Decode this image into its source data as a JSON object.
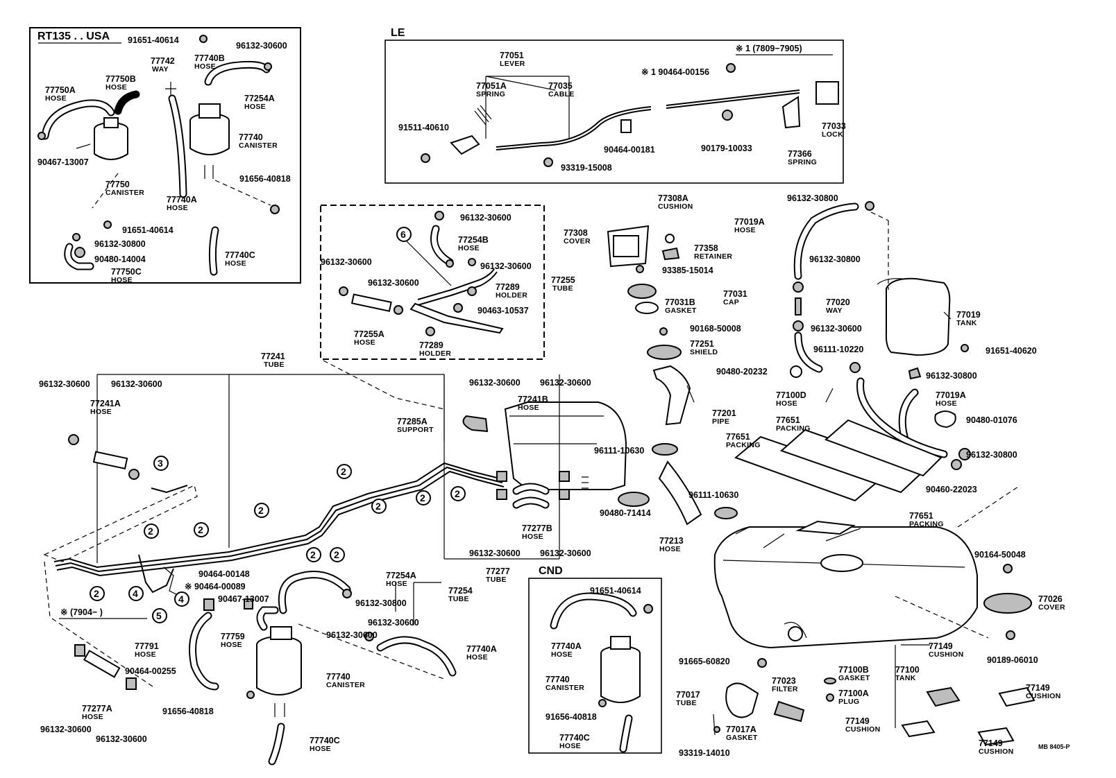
{
  "sections": {
    "usa": "RT135 . . USA",
    "le": "LE",
    "le_note": "※ 1 (7809−7905)",
    "cnd": "CND",
    "note_7904": "※ (7904−        )",
    "code": "MB  8405-P"
  },
  "labels": [
    {
      "id": "l1",
      "n": "91651-40614"
    },
    {
      "id": "l2",
      "n": "96132-30600"
    },
    {
      "id": "l3",
      "n": "77742",
      "d": "WAY"
    },
    {
      "id": "l4",
      "n": "77740B",
      "d": "HOSE"
    },
    {
      "id": "l5",
      "n": "77750B",
      "d": "HOSE"
    },
    {
      "id": "l6",
      "n": "77750A",
      "d": "HOSE"
    },
    {
      "id": "l7",
      "n": "77254A",
      "d": "HOSE"
    },
    {
      "id": "l8",
      "n": "77740",
      "d": "CANISTER"
    },
    {
      "id": "l9",
      "n": "90467-13007"
    },
    {
      "id": "l10",
      "n": "77750",
      "d": "CANISTER"
    },
    {
      "id": "l11",
      "n": "91656-40818"
    },
    {
      "id": "l12",
      "n": "77740A",
      "d": "HOSE"
    },
    {
      "id": "l13",
      "n": "91651-40614"
    },
    {
      "id": "l14",
      "n": "96132-30800"
    },
    {
      "id": "l15",
      "n": "90480-14004"
    },
    {
      "id": "l16",
      "n": "77750C",
      "d": "HOSE"
    },
    {
      "id": "l17",
      "n": "77740C",
      "d": "HOSE"
    },
    {
      "id": "l18",
      "n": "77051",
      "d": "LEVER"
    },
    {
      "id": "l19",
      "n": "77051A",
      "d": "SPRING"
    },
    {
      "id": "l20",
      "n": "77035",
      "d": "CABLE"
    },
    {
      "id": "l21",
      "n": "※ 1  90464-00156"
    },
    {
      "id": "l22",
      "n": "91511-40610"
    },
    {
      "id": "l23",
      "n": "77033",
      "d": "LOCK"
    },
    {
      "id": "l24",
      "n": "90464-00181"
    },
    {
      "id": "l25",
      "n": "90179-10033"
    },
    {
      "id": "l26",
      "n": "77366",
      "d": "SPRING"
    },
    {
      "id": "l27",
      "n": "93319-15008"
    },
    {
      "id": "l28",
      "n": "96132-30600"
    },
    {
      "id": "l29",
      "n": "77254B",
      "d": "HOSE"
    },
    {
      "id": "l30",
      "n": "96132-30600"
    },
    {
      "id": "l31",
      "n": "96132-30600"
    },
    {
      "id": "l32",
      "n": "96132-30600"
    },
    {
      "id": "l33",
      "n": "77289",
      "d": "HOLDER"
    },
    {
      "id": "l34",
      "n": "77255",
      "d": "TUBE"
    },
    {
      "id": "l35",
      "n": "90463-10537"
    },
    {
      "id": "l36",
      "n": "77255A",
      "d": "HOSE"
    },
    {
      "id": "l37",
      "n": "77289",
      "d": "HOLDER"
    },
    {
      "id": "l38",
      "n": "77308A",
      "d": "CUSHION"
    },
    {
      "id": "l39",
      "n": "77308",
      "d": "COVER"
    },
    {
      "id": "l40",
      "n": "77358",
      "d": "RETAINER"
    },
    {
      "id": "l41",
      "n": "93385-15014"
    },
    {
      "id": "l42",
      "n": "77031",
      "d": "CAP"
    },
    {
      "id": "l43",
      "n": "77031B",
      "d": "GASKET"
    },
    {
      "id": "l44",
      "n": "90168-50008"
    },
    {
      "id": "l45",
      "n": "77251",
      "d": "SHIELD"
    },
    {
      "id": "l46",
      "n": "90480-20232"
    },
    {
      "id": "l47",
      "n": "77201",
      "d": "PIPE"
    },
    {
      "id": "l48",
      "n": "96111-10630"
    },
    {
      "id": "l49",
      "n": "96111-10630"
    },
    {
      "id": "l50",
      "n": "77213",
      "d": "HOSE"
    },
    {
      "id": "l51",
      "n": "90480-71414"
    },
    {
      "id": "l52",
      "n": "96132-30800"
    },
    {
      "id": "l53",
      "n": "77019A",
      "d": "HOSE"
    },
    {
      "id": "l54",
      "n": "96132-30800"
    },
    {
      "id": "l55",
      "n": "77020",
      "d": "WAY"
    },
    {
      "id": "l56",
      "n": "96132-30600"
    },
    {
      "id": "l57",
      "n": "77019",
      "d": "TANK"
    },
    {
      "id": "l58",
      "n": "91651-40620"
    },
    {
      "id": "l59",
      "n": "96111-10220"
    },
    {
      "id": "l60",
      "n": "96132-30800"
    },
    {
      "id": "l61",
      "n": "77100D",
      "d": "HOSE"
    },
    {
      "id": "l62",
      "n": "77019A",
      "d": "HOSE"
    },
    {
      "id": "l63",
      "n": "77651",
      "d": "PACKING"
    },
    {
      "id": "l64",
      "n": "90480-01076"
    },
    {
      "id": "l65",
      "n": "77651",
      "d": "PACKING"
    },
    {
      "id": "l66",
      "n": "96132-30800"
    },
    {
      "id": "l67",
      "n": "90460-22023"
    },
    {
      "id": "l68",
      "n": "77651",
      "d": "PACKING"
    },
    {
      "id": "l69",
      "n": "90164-50048"
    },
    {
      "id": "l70",
      "n": "77026",
      "d": "COVER"
    },
    {
      "id": "l71",
      "n": "90189-06010"
    },
    {
      "id": "l72",
      "n": "77149",
      "d": "CUSHION"
    },
    {
      "id": "l73",
      "n": "77100B",
      "d": "GASKET"
    },
    {
      "id": "l74",
      "n": "77100",
      "d": "TANK"
    },
    {
      "id": "l75",
      "n": "77149",
      "d": "CUSHION"
    },
    {
      "id": "l76",
      "n": "77100A",
      "d": "PLUG"
    },
    {
      "id": "l77",
      "n": "77149",
      "d": "CUSHION"
    },
    {
      "id": "l78",
      "n": "77149",
      "d": "CUSHION"
    },
    {
      "id": "l79",
      "n": "91665-60820"
    },
    {
      "id": "l80",
      "n": "77023",
      "d": "FILTER"
    },
    {
      "id": "l81",
      "n": "77017",
      "d": "TUBE"
    },
    {
      "id": "l82",
      "n": "77017A",
      "d": "GASKET"
    },
    {
      "id": "l83",
      "n": "93319-14010"
    },
    {
      "id": "l84",
      "n": "77241",
      "d": "TUBE"
    },
    {
      "id": "l85",
      "n": "96132-30600"
    },
    {
      "id": "l86",
      "n": "96132-30600"
    },
    {
      "id": "l87",
      "n": "77241A",
      "d": "HOSE"
    },
    {
      "id": "l88",
      "n": "77285A",
      "d": "SUPPORT"
    },
    {
      "id": "l89",
      "n": "96132-30600"
    },
    {
      "id": "l90",
      "n": "96132-30600"
    },
    {
      "id": "l91",
      "n": "77241B",
      "d": "HOSE"
    },
    {
      "id": "l92",
      "n": "77277B",
      "d": "HOSE"
    },
    {
      "id": "l93",
      "n": "96132-30600"
    },
    {
      "id": "l94",
      "n": "96132-30600"
    },
    {
      "id": "l95",
      "n": "77277",
      "d": "TUBE"
    },
    {
      "id": "l96",
      "n": "90464-00148"
    },
    {
      "id": "l97",
      "n": "※ 90464-00089"
    },
    {
      "id": "l98",
      "n": "90467-13007"
    },
    {
      "id": "l99",
      "n": "77254A",
      "d": "HOSE"
    },
    {
      "id": "l100",
      "n": "77254",
      "d": "TUBE"
    },
    {
      "id": "l101",
      "n": "96132-30800"
    },
    {
      "id": "l102",
      "n": "96132-30600"
    },
    {
      "id": "l103",
      "n": "96132-30600"
    },
    {
      "id": "l104",
      "n": "77740A",
      "d": "HOSE"
    },
    {
      "id": "l105",
      "n": "77791",
      "d": "HOSE"
    },
    {
      "id": "l106",
      "n": "77759",
      "d": "HOSE"
    },
    {
      "id": "l107",
      "n": "90464-00255"
    },
    {
      "id": "l108",
      "n": "77740",
      "d": "CANISTER"
    },
    {
      "id": "l109",
      "n": "77277A",
      "d": "HOSE"
    },
    {
      "id": "l110",
      "n": "91656-40818"
    },
    {
      "id": "l111",
      "n": "96132-30600"
    },
    {
      "id": "l112",
      "n": "96132-30600"
    },
    {
      "id": "l113",
      "n": "77740C",
      "d": "HOSE"
    },
    {
      "id": "l114",
      "n": "91651-40614"
    },
    {
      "id": "l115",
      "n": "77740A",
      "d": "HOSE"
    },
    {
      "id": "l116",
      "n": "77740",
      "d": "CANISTER"
    },
    {
      "id": "l117",
      "n": "91656-40818"
    },
    {
      "id": "l118",
      "n": "77740C",
      "d": "HOSE"
    }
  ],
  "callouts": [
    "2",
    "3",
    "4",
    "5",
    "6"
  ]
}
